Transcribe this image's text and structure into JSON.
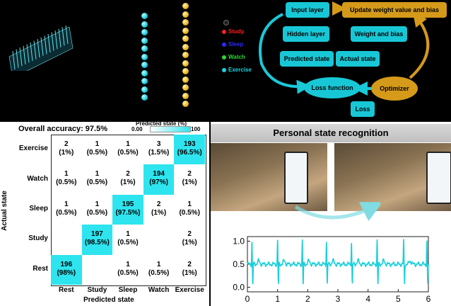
{
  "legend": {
    "items": [
      {
        "label": "Study",
        "color": "#ff2020"
      },
      {
        "label": "Sleep",
        "color": "#2a2aff"
      },
      {
        "label": "Watch",
        "color": "#2ed72e"
      },
      {
        "label": "Exercise",
        "color": "#1ad3e0"
      }
    ]
  },
  "flow": {
    "input_layer": "Input layer",
    "update_weights": "Update weight value and bias",
    "hidden_layer": "Hidden layer",
    "weight_bias": "Weight and bias",
    "predicted_state": "Predicted state",
    "actual_state": "Actual state",
    "loss_function": "Loss function",
    "optimizer": "Optimizer",
    "loss": "Loss"
  },
  "confusion": {
    "overall_accuracy": "Overall accuracy: 97.5%",
    "colorbar_title": "Predicted state (%)",
    "colorbar_min": "0.00",
    "colorbar_max": "100",
    "y_axis_title": "Actual state",
    "x_axis_title": "Predicted state",
    "rows": [
      "Exercise",
      "Watch",
      "Sleep",
      "Study",
      "Rest"
    ],
    "cols": [
      "Rest",
      "Study",
      "Sleep",
      "Watch",
      "Exercise"
    ],
    "cells": [
      [
        "2\n(1%)",
        "1\n(0.5%)",
        "1\n(0.5%)",
        "3\n(1.5%)",
        "193\n(96.5%)"
      ],
      [
        "1\n(0.5%)",
        "1\n(0.5%)",
        "2\n(1%)",
        "194\n(97%)",
        "2\n(1%)"
      ],
      [
        "1\n(0.5%)",
        "1\n(0.5%)",
        "195\n(97.5%)",
        "2\n(1%)",
        "1\n(0.5%)"
      ],
      [
        "",
        "197\n(98.5%)",
        "1\n(0.5%)",
        "",
        "2\n(1%)"
      ],
      [
        "196\n(98%)",
        "",
        "1\n(0.5%)",
        "1\n(0.5%)",
        "2\n(1%)"
      ]
    ],
    "diagonal_color": "#2ee4ee"
  },
  "recognition": {
    "title": "Personal state recognition"
  },
  "chart_data": {
    "type": "line",
    "x_ticks": [
      "0",
      "1",
      "2",
      "3",
      "4",
      "5",
      "6"
    ],
    "y_ticks": [
      "1.0",
      "0.5",
      "0.0"
    ],
    "xlim": [
      0,
      6
    ],
    "ylim": [
      -0.1,
      1.1
    ],
    "baseline": 0.5,
    "peak_times": [
      0.15,
      1.0,
      1.82,
      2.62,
      3.45,
      4.3,
      5.18,
      5.95
    ],
    "color": "#19d0dc"
  }
}
